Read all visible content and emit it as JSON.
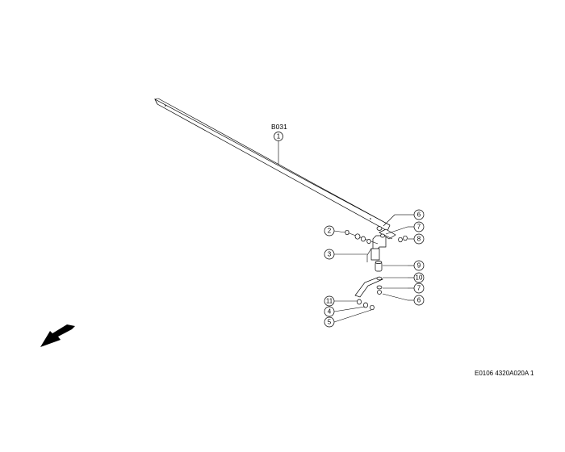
{
  "diagram": {
    "group_label": "B031",
    "reference_code": "E0106 4320A020A 1",
    "callouts": [
      "1",
      "2",
      "3",
      "4",
      "5",
      "6",
      "7",
      "8",
      "9",
      "10",
      "7",
      "6",
      "11"
    ]
  }
}
